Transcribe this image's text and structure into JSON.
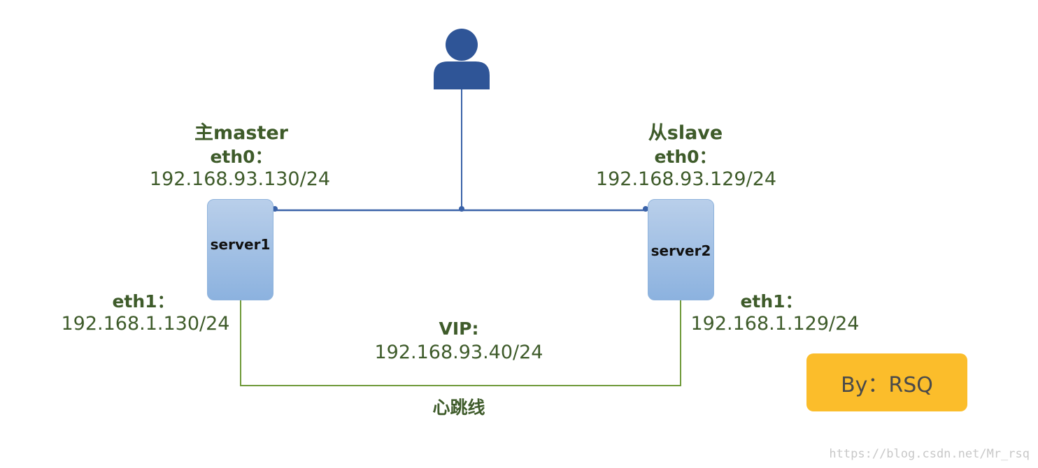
{
  "master": {
    "title": "主master",
    "eth0_label": "eth0：",
    "eth0_ip": "192.168.93.130/24",
    "eth1_label": "eth1：",
    "eth1_ip": "192.168.1.130/24"
  },
  "slave": {
    "title": "从slave",
    "eth0_label": "eth0：",
    "eth0_ip": "192.168.93.129/24",
    "eth1_label": "eth1：",
    "eth1_ip": "192.168.1.129/24"
  },
  "servers": {
    "server1": "server1",
    "server2": "server2"
  },
  "vip": {
    "label": "VIP:",
    "ip": "192.168.93.40/24"
  },
  "heartbeat_label": "心跳线",
  "badge": "By：RSQ",
  "watermark": "https://blog.csdn.net/Mr_rsq",
  "colors": {
    "text": "#3e5b2a",
    "network_line": "#3a62a8",
    "heartbeat_line": "#6f9a3a",
    "user_icon": "#2f5597",
    "badge": "#fbbd2b"
  },
  "icons": {
    "user": "user-icon"
  }
}
